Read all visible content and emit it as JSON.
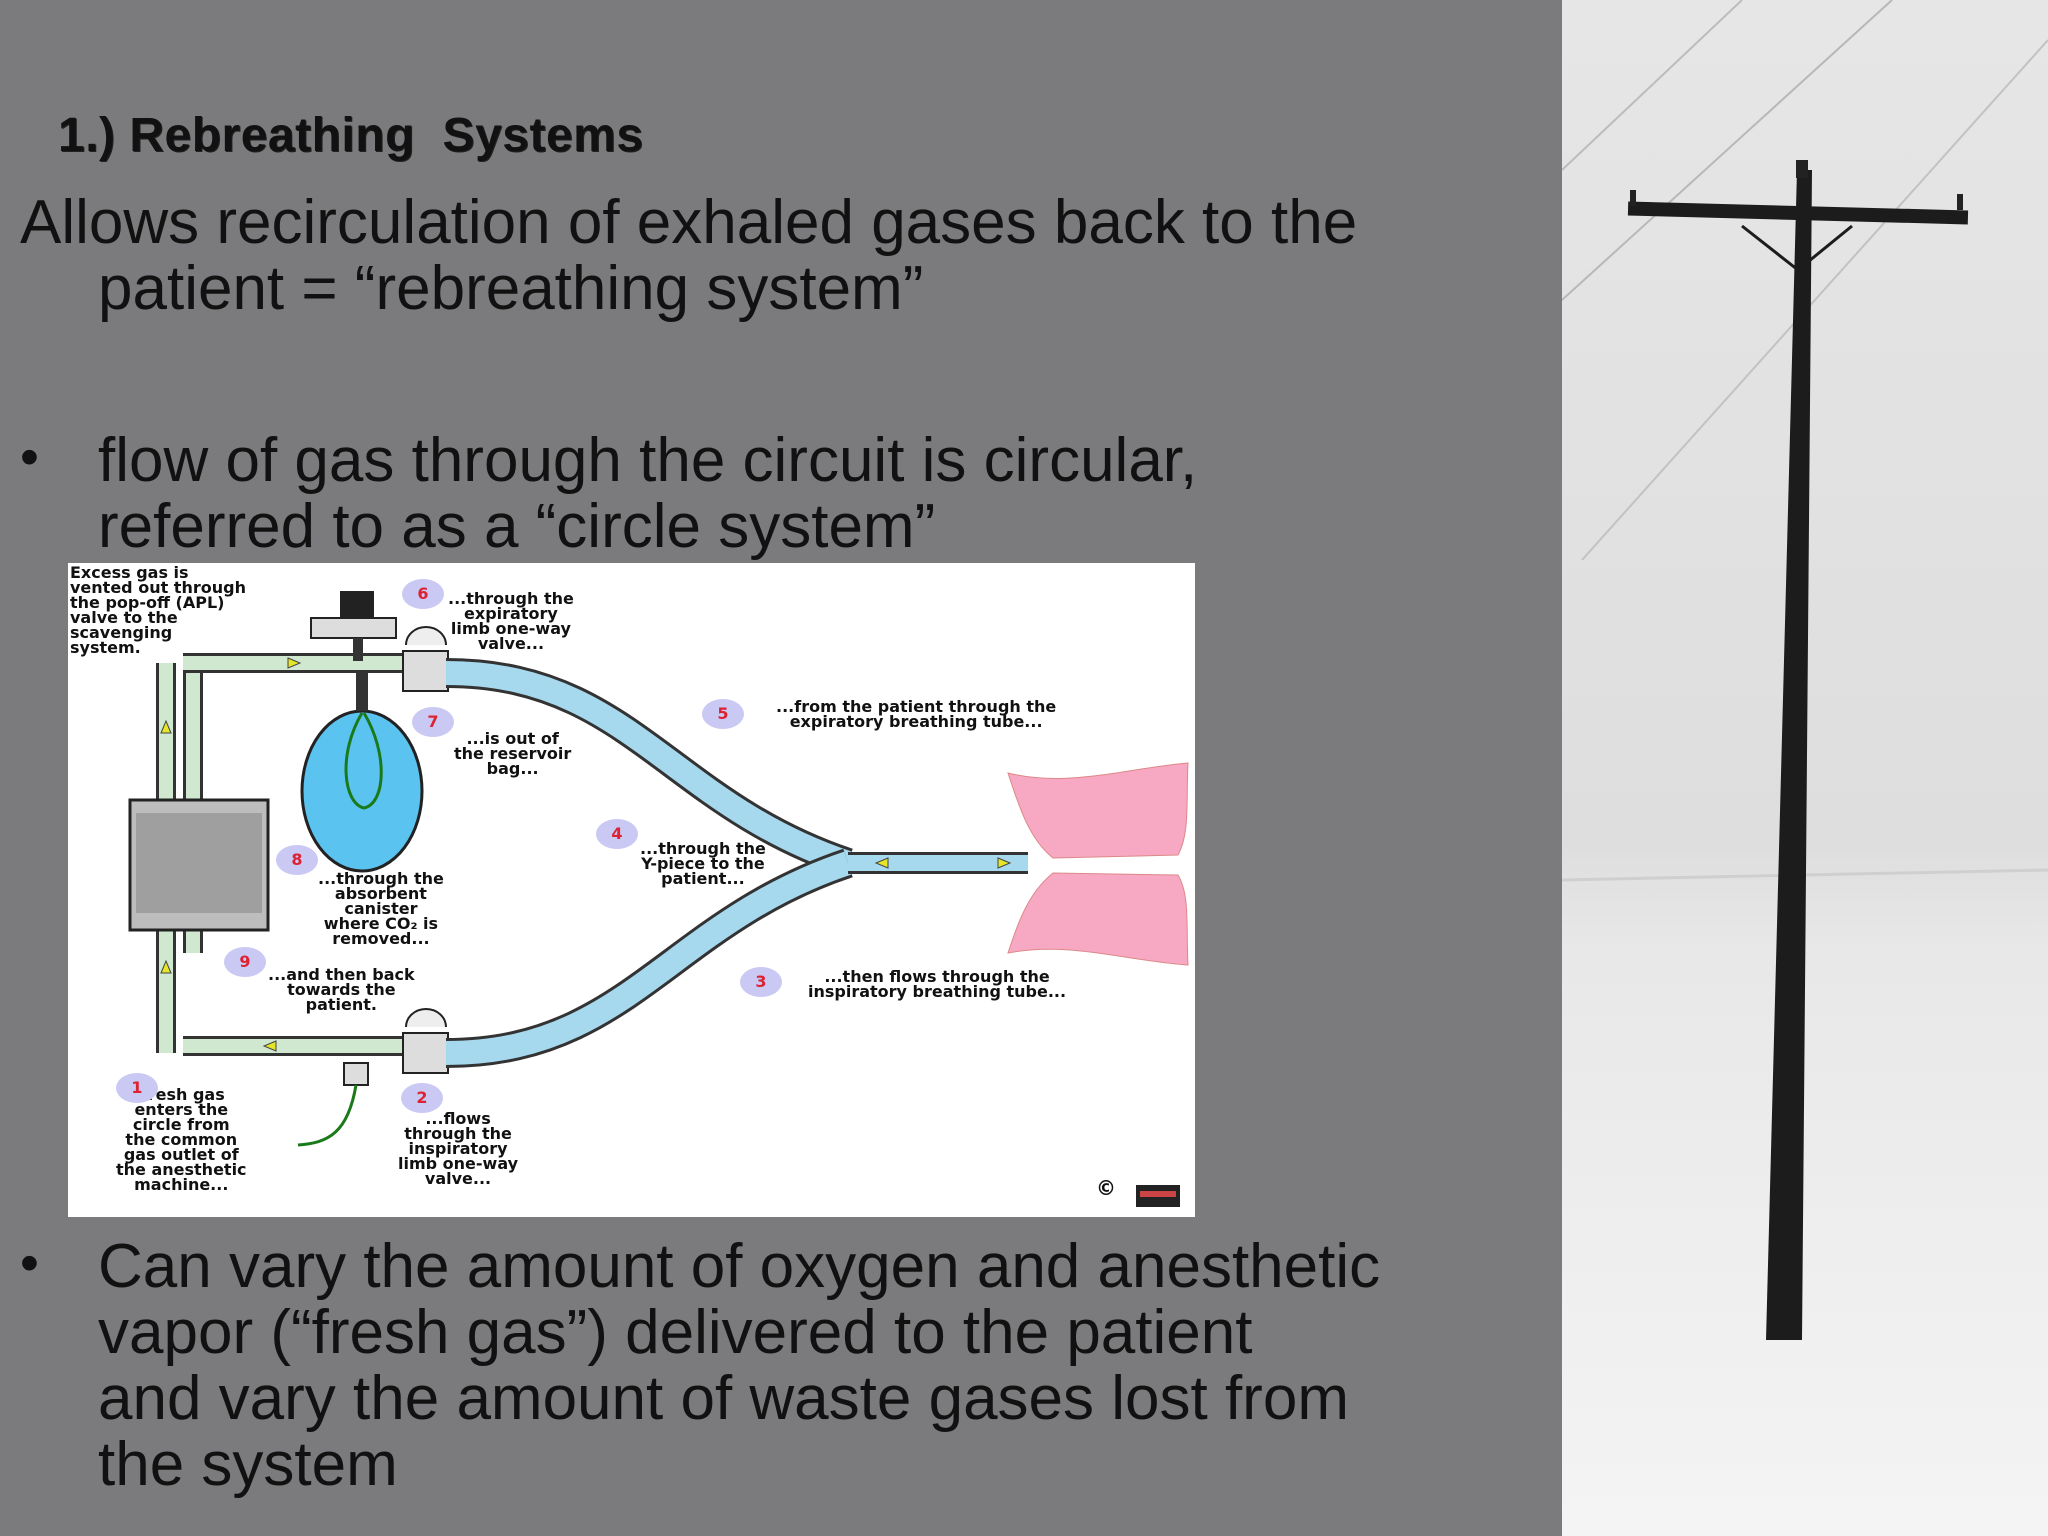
{
  "slide": {
    "title": "1.) Rebreathing  Systems",
    "intro_line1": "Allows recirculation of exhaled gases back to the",
    "intro_line2": "patient  =  “rebreathing system”",
    "bullet1_line1": "flow of gas through the circuit is  circular,",
    "bullet1_line2": "referred to as a “circle system”",
    "bullet2_line1": "Can vary the amount of oxygen and anesthetic",
    "bullet2_line2": "vapor (“fresh gas”) delivered to the patient",
    "bullet2_line3": "and vary the amount of waste gases lost from",
    "bullet2_line4": "the system",
    "bullet_symbol": "•"
  },
  "diagram": {
    "excess_gas": "Excess gas is\nvented out through\nthe pop-off (APL)\nvalve to the\nscavenging\nsystem.",
    "step1": "Fresh gas\nenters the\ncircle from\nthe common\ngas outlet of\nthe anesthetic\nmachine...",
    "step2": "...flows\nthrough the\ninspiratory\nlimb one-way\nvalve...",
    "step3": "...then flows through the\ninspiratory breathing tube...",
    "step4": "...through the\nY-piece to the\npatient...",
    "step5": "...from the patient through the\nexpiratory breathing tube...",
    "step6": "...through the\nexpiratory\nlimb one-way\nvalve...",
    "step7": "...is out of\nthe reservoir\nbag...",
    "step8": "...through the\nabsorbent\ncanister\nwhere CO₂ is\nremoved...",
    "step9": "...and then back\ntowards the\npatient.",
    "numbers": [
      "1",
      "2",
      "3",
      "4",
      "5",
      "6",
      "7",
      "8",
      "9"
    ],
    "copyright": "©"
  }
}
